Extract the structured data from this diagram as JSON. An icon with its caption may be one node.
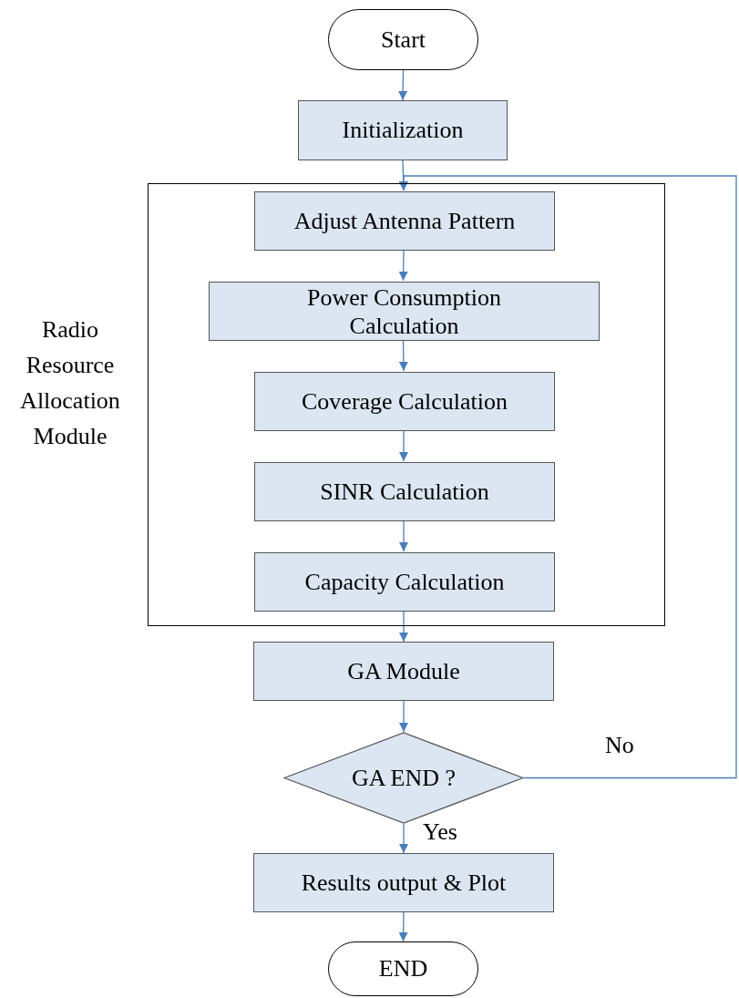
{
  "diagram": {
    "nodes": [
      {
        "text": [
          "Start"
        ]
      },
      {
        "text": [
          "Initialization"
        ]
      },
      {
        "text": [
          "Radio Resource Allocation Module"
        ]
      },
      {
        "text": [
          "Adjust Antenna Pattern"
        ],
        "in": 2
      },
      {
        "text": [
          "Power Consumption Calculation"
        ],
        "in": 2
      },
      {
        "text": [
          "Coverage Calculation"
        ],
        "in": 2
      },
      {
        "text": [
          "SINR Calculation"
        ],
        "in": 2
      },
      {
        "text": [
          "Capacity Calculation"
        ],
        "in": 2
      },
      {
        "text": [
          "GA Module"
        ]
      },
      {
        "text": [
          "GA END ?"
        ]
      },
      {
        "text": [
          "Results output & Plot"
        ]
      },
      {
        "text": [
          "END"
        ]
      }
    ],
    "edges": [
      {
        "from": 0,
        "to": 1,
        "arrow": "to"
      },
      {
        "from": 1,
        "to": 3,
        "arrow": "to"
      },
      {
        "from": 3,
        "to": 4,
        "arrow": "to"
      },
      {
        "from": 4,
        "to": 5,
        "arrow": "to"
      },
      {
        "from": 5,
        "to": 6,
        "arrow": "to"
      },
      {
        "from": 6,
        "to": 7,
        "arrow": "to"
      },
      {
        "from": 7,
        "to": 8,
        "arrow": "to"
      },
      {
        "from": 8,
        "to": 9,
        "arrow": "to"
      },
      {
        "from": 9,
        "to": 10,
        "label": "Yes",
        "arrow": "to"
      },
      {
        "from": 10,
        "to": 11,
        "arrow": "to"
      },
      {
        "from": 9,
        "to": 3,
        "label": "No",
        "arrow": "to"
      }
    ]
  }
}
